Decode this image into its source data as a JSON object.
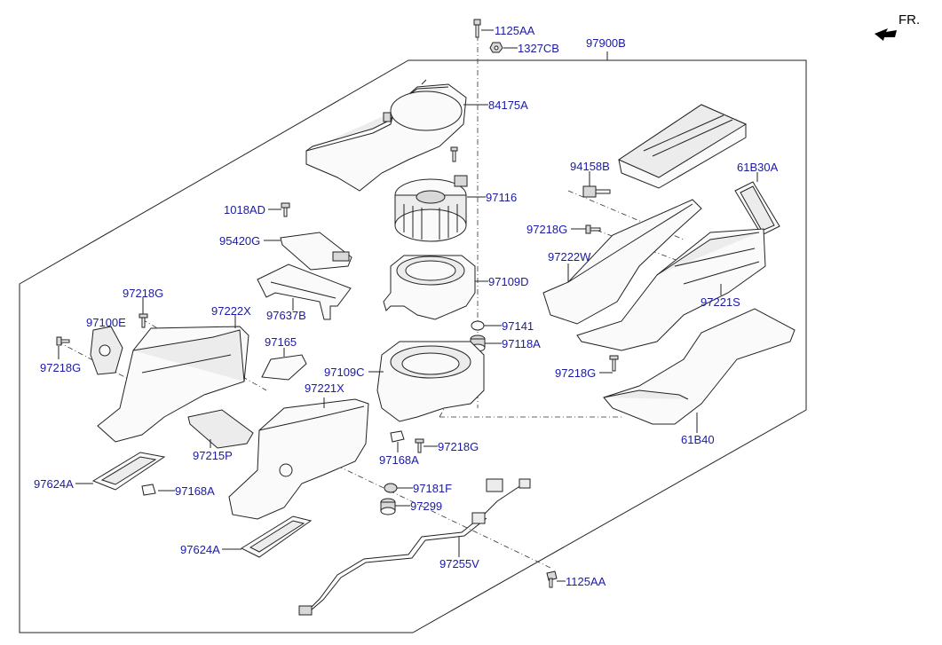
{
  "orientation": {
    "label": "FR.",
    "icon": "front-direction-arrow-icon"
  },
  "assembly_label": "97900B",
  "labels": {
    "p1125AA_top": "1125AA",
    "p1327CB": "1327CB",
    "p84175A": "84175A",
    "p97116": "97116",
    "p1018AD": "1018AD",
    "p95420G": "95420G",
    "p97109D": "97109D",
    "p97637B": "97637B",
    "p97218G_left_top": "97218G",
    "p97100E": "97100E",
    "p97222X": "97222X",
    "p97218G_left": "97218G",
    "p97165": "97165",
    "p97141": "97141",
    "p97118A": "97118A",
    "p97109C": "97109C",
    "p97221X": "97221X",
    "p97215P": "97215P",
    "p97168A_mid": "97168A",
    "p97218G_mid": "97218G",
    "p97624A_left": "97624A",
    "p97168A_left": "97168A",
    "p97181F": "97181F",
    "p97299": "97299",
    "p97624A_bottom": "97624A",
    "p97255V": "97255V",
    "p1125AA_bottom": "1125AA",
    "p94158B": "94158B",
    "p61B30A": "61B30A",
    "p97218G_right_top": "97218G",
    "p97222W": "97222W",
    "p97221S": "97221S",
    "p97218G_right": "97218G",
    "p61B40": "61B40"
  },
  "colors": {
    "label": "#1a1aa6",
    "line": "#222222",
    "arrow": "#000000"
  }
}
